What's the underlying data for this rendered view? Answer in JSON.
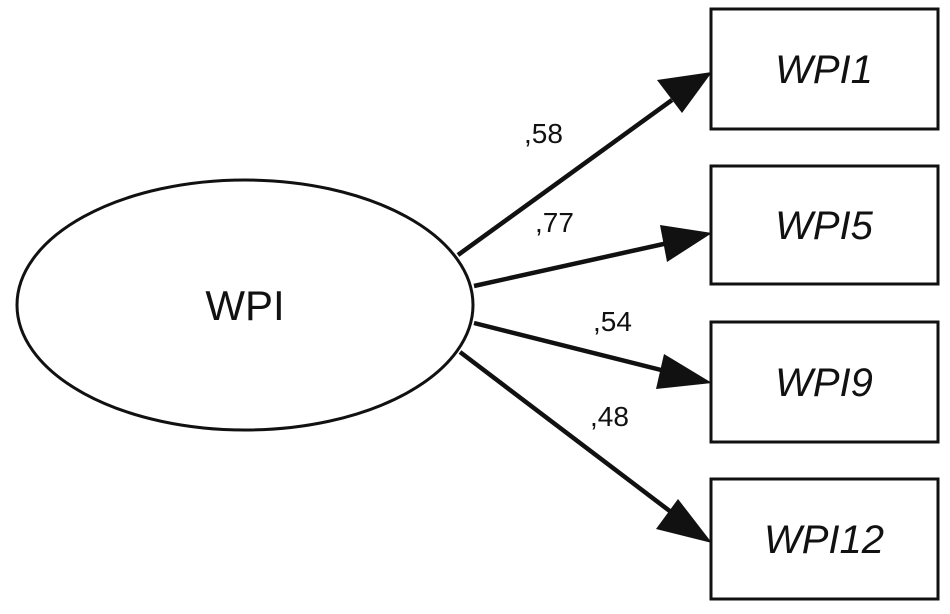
{
  "latent": {
    "label": "WPI"
  },
  "indicators": [
    {
      "label": "WPI1",
      "loading": ",58"
    },
    {
      "label": "WPI5",
      "loading": ",77"
    },
    {
      "label": "WPI9",
      "loading": ",54"
    },
    {
      "label": "WPI12",
      "loading": ",48"
    }
  ],
  "colors": {
    "stroke": "#111111",
    "background": "#ffffff"
  }
}
